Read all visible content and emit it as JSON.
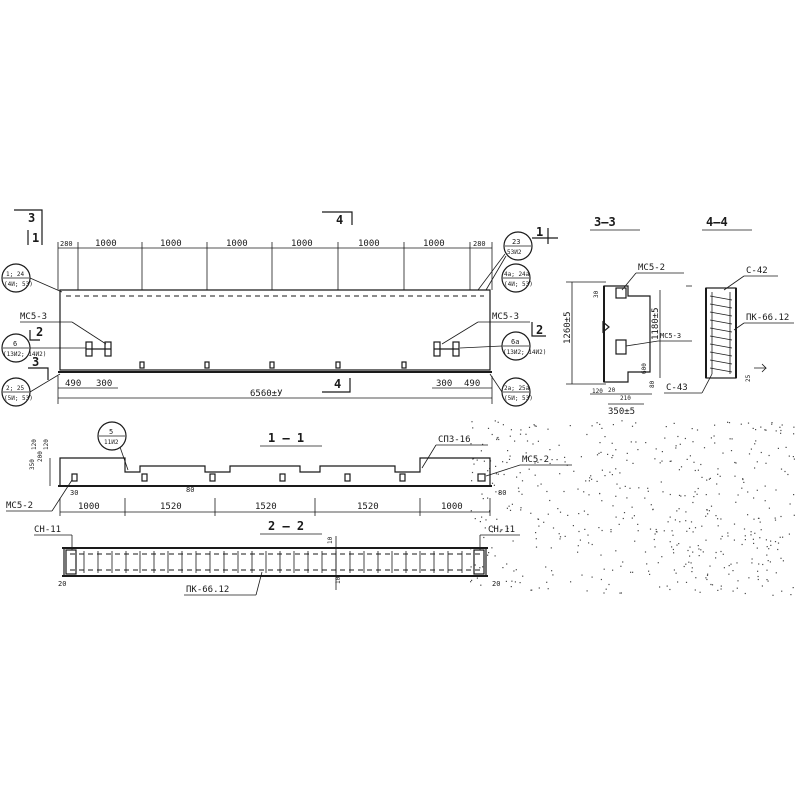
{
  "section_marks": {
    "cut_1": "1",
    "cut_2": "2",
    "cut_3": "3",
    "cut_4": "4"
  },
  "view_titles": {
    "section_1_1": "1 — 1",
    "section_2_2": "2 — 2",
    "section_3_3": "3—3",
    "section_4_4": "4—4"
  },
  "plan": {
    "top_dimensions": [
      "280",
      "1000",
      "1000",
      "1000",
      "1000",
      "1000",
      "1000",
      "280"
    ],
    "overall_length": "6560±У",
    "left_offsets": [
      "490",
      "300"
    ],
    "right_offsets": [
      "300",
      "490"
    ],
    "labels": {
      "mc5_3_left": "МС5-3",
      "mc5_3_right": "МС5-3"
    },
    "callouts": [
      {
        "num": "1; 24",
        "ref": "(4И; 53)"
      },
      {
        "num": "23",
        "ref": "53И2"
      },
      {
        "num": "4а; 24а",
        "ref": "(4И; 53)"
      },
      {
        "num": "6",
        "ref": "(13И2; 14И2)"
      },
      {
        "num": "6а",
        "ref": "(13И2; 14И2)"
      },
      {
        "num": "2; 25",
        "ref": "(5И; 53)"
      },
      {
        "num": "2а; 25а",
        "ref": "(5И; 53)"
      }
    ]
  },
  "section_1_1": {
    "callout": {
      "num": "5",
      "ref": "11И2"
    },
    "height_dims": [
      "350",
      "200",
      "120",
      "120"
    ],
    "labels": {
      "sp3": "СП3-16",
      "mc5_2_right": "МС5-2",
      "mc5_2_left": "МС5-2",
      "mid_small": "80",
      "right_small": "80",
      "left_small": "30"
    },
    "bottom_dimensions": [
      "1000",
      "1520",
      "1520",
      "1520",
      "1000"
    ]
  },
  "section_2_2": {
    "labels": {
      "cm_left": "СН-11",
      "cm_right": "СН-11",
      "pk": "ПК-66.12",
      "d20_left": "20",
      "d20_right": "20",
      "d10_top": "10",
      "d10_bottom": "10"
    }
  },
  "section_3_3": {
    "labels": {
      "mc5_2": "МС5-2",
      "mc5_3": "МС5-3",
      "height_outer": "1260±5",
      "height_inner": "1180±5",
      "d30": "30",
      "d600": "600",
      "d80": "80",
      "d120": "120",
      "d20": "20",
      "d210": "210",
      "width": "350±5"
    }
  },
  "section_4_4": {
    "labels": {
      "c42": "С-42",
      "pk": "ПК-66.12",
      "c43": "С-43",
      "d25": "25"
    }
  }
}
